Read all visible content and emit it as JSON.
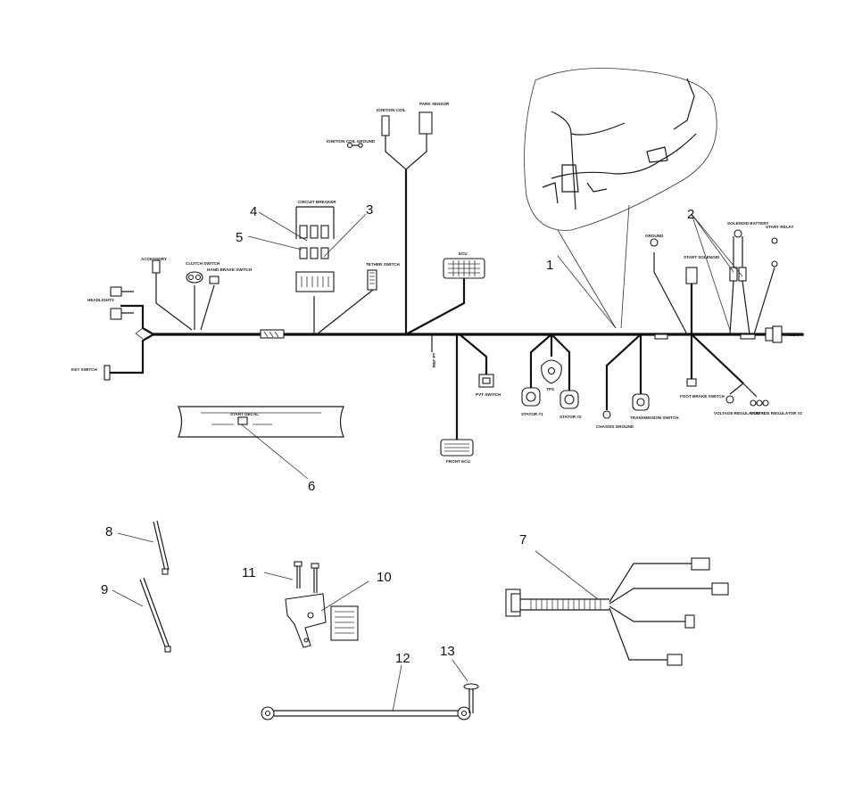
{
  "callouts": [
    "1",
    "2",
    "3",
    "4",
    "5",
    "6",
    "7",
    "8",
    "9",
    "10",
    "11",
    "12",
    "13"
  ],
  "labels": {
    "ignition_coil": "IGNITION COIL",
    "park_sensor": "PARK SENSOR",
    "ignition_coil_ground": "IGNITION COIL GROUND",
    "circuit_breaker": "CIRCUIT BREAKER",
    "accessory": "ACCESSORY",
    "clutch_switch": "CLUTCH SWITCH",
    "hand_brake_switch": "HAND BRAKE SWITCH",
    "tether_switch": "TETHER SWITCH",
    "headlights": "HEADLIGHTS",
    "key_switch": "KEY SWITCH",
    "ecu": "ECU",
    "ref_pt": "REF PT",
    "pvt_switch": "PVT SWITCH",
    "front_ecu": "FRONT ECU",
    "stator_1": "STATOR #1",
    "tps": "TPS",
    "stator_2": "STATOR #2",
    "chassis_ground": "CHASSIS GROUND",
    "transmission_switch": "TRANSMISSION SWITCH",
    "ground": "GROUND",
    "start_solenoid": "START SOLENOID",
    "foot_brake_switch": "FOOT BRAKE SWITCH",
    "solenoid_battery": "SOLENOID BATTERY",
    "start_relay": "START RELAY",
    "taillight": "TAILLIGHT",
    "voltage_regulator_1": "VOLTAGE REGULATOR #1",
    "voltage_regulator_2": "VOLTAGE REGULATOR #2",
    "start_decal": "START DECAL"
  }
}
